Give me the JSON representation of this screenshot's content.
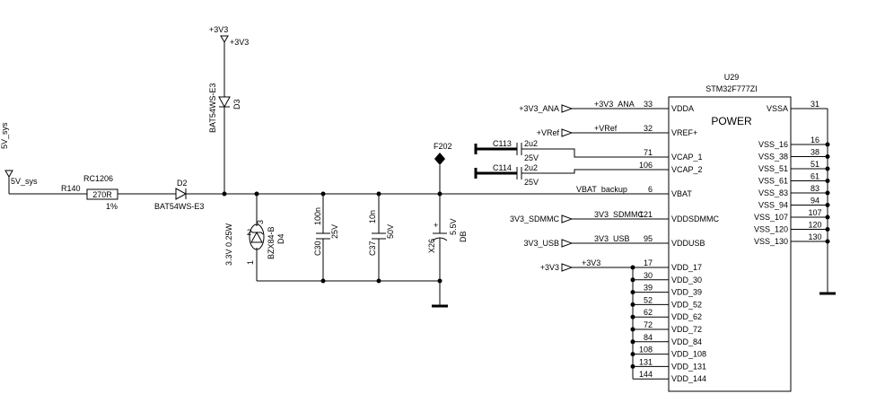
{
  "left_power": {
    "label_top": "5V_sys",
    "label_side": "5V_sys"
  },
  "top_power": {
    "label_top": "+3V3",
    "label_side": "+3V3"
  },
  "resistor": {
    "ref": "R140",
    "package": "RC1206",
    "value": "270R",
    "tolerance": "1%"
  },
  "diode_d2": {
    "ref": "D2",
    "part": "BAT54WS-E3"
  },
  "diode_d3": {
    "ref": "D3",
    "part": "BAT54WS-E3"
  },
  "zener_d4": {
    "ref": "D4",
    "part": "BZX84-B",
    "rating": "3.3V 0.25W",
    "pin_anode": "1",
    "pin_nc": "2",
    "pin_cathode": "3"
  },
  "cap_c30": {
    "ref": "C30",
    "value": "100n",
    "voltage": "25V"
  },
  "cap_c37": {
    "ref": "C37",
    "value": "10n",
    "voltage": "50V"
  },
  "battery": {
    "ref": "X26",
    "voltage": "5.5V",
    "package": "DB"
  },
  "fiducial": {
    "ref": "F202"
  },
  "chip": {
    "ref": "U29",
    "part": "STM32F777ZI",
    "title": "POWER",
    "left_pins": [
      {
        "net": "+3V3_ANA",
        "wire": "+3V3_ANA",
        "num": "33",
        "name": "VDDA"
      },
      {
        "net": "+VRef",
        "wire": "+VRef",
        "num": "32",
        "name": "VREF+"
      },
      {
        "net": "",
        "wire": "",
        "num": "71",
        "name": "VCAP_1"
      },
      {
        "net": "",
        "wire": "",
        "num": "106",
        "name": "VCAP_2"
      },
      {
        "net": "",
        "wire": "VBAT_backup",
        "num": "6",
        "name": "VBAT"
      },
      {
        "net": "3V3_SDMMC",
        "wire": "3V3_SDMMC",
        "num": "121",
        "name": "VDDSDMMC"
      },
      {
        "net": "3V3_USB",
        "wire": "3V3_USB",
        "num": "95",
        "name": "VDDUSB"
      }
    ],
    "vdd_net": "+3V3",
    "vdd_wire": "+3V3",
    "vdd_pins": [
      {
        "num": "17",
        "name": "VDD_17"
      },
      {
        "num": "30",
        "name": "VDD_30"
      },
      {
        "num": "39",
        "name": "VDD_39"
      },
      {
        "num": "52",
        "name": "VDD_52"
      },
      {
        "num": "62",
        "name": "VDD_62"
      },
      {
        "num": "72",
        "name": "VDD_72"
      },
      {
        "num": "84",
        "name": "VDD_84"
      },
      {
        "num": "108",
        "name": "VDD_108"
      },
      {
        "num": "131",
        "name": "VDD_131"
      },
      {
        "num": "144",
        "name": "VDD_144"
      }
    ],
    "right_pins": [
      {
        "num": "31",
        "name": "VSSA"
      },
      {
        "num": "16",
        "name": "VSS_16"
      },
      {
        "num": "38",
        "name": "VSS_38"
      },
      {
        "num": "51",
        "name": "VSS_51"
      },
      {
        "num": "61",
        "name": "VSS_61"
      },
      {
        "num": "83",
        "name": "VSS_83"
      },
      {
        "num": "94",
        "name": "VSS_94"
      },
      {
        "num": "107",
        "name": "VSS_107"
      },
      {
        "num": "120",
        "name": "VSS_120"
      },
      {
        "num": "130",
        "name": "VSS_130"
      }
    ]
  },
  "vcap_caps": [
    {
      "ref": "C113",
      "value": "2u2",
      "voltage": "25V"
    },
    {
      "ref": "C114",
      "value": "2u2",
      "voltage": "25V"
    }
  ]
}
